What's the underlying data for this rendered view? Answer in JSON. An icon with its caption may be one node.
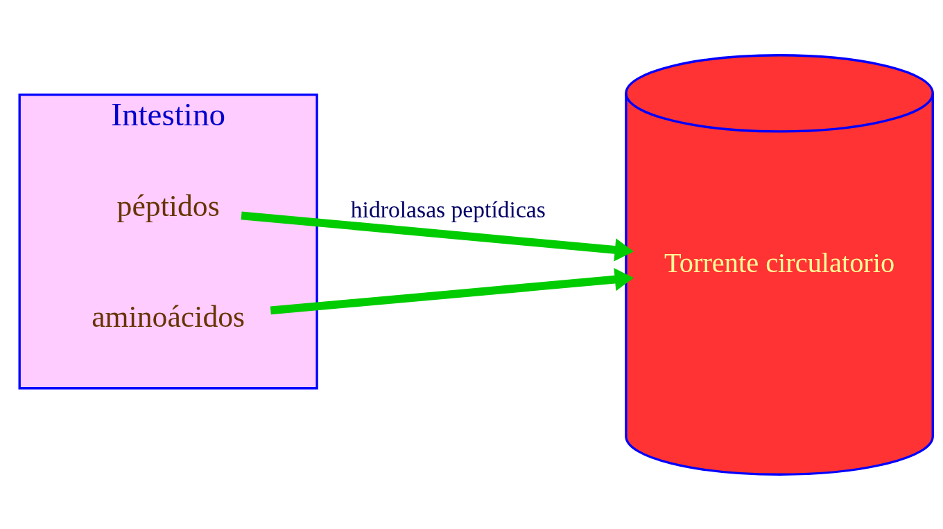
{
  "diagram": {
    "nodes": [
      {
        "text": [
          "Intestino"
        ]
      },
      {
        "text": [
          "péptidos"
        ],
        "in": 0
      },
      {
        "text": [
          "aminoácidos"
        ],
        "in": 0
      },
      {
        "text": [
          "Torrente circulatorio"
        ]
      }
    ],
    "edges": [
      {
        "from": 1,
        "to": 3,
        "arrow": "to",
        "label": "hidrolasas peptídicas"
      },
      {
        "from": 2,
        "to": 3,
        "arrow": "to"
      }
    ]
  }
}
